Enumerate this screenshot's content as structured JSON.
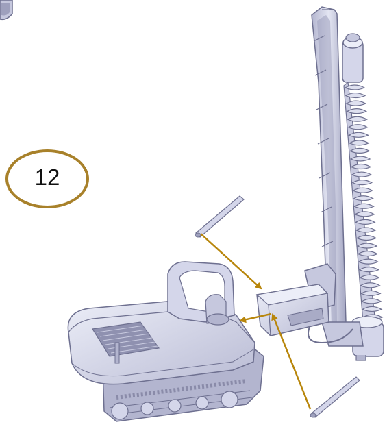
{
  "step": {
    "number": "12"
  },
  "colors": {
    "arrow": "#b8860b",
    "badge_ring": "#a8812a",
    "model_fill": "#d4d6ea",
    "model_shade": "#a9abc6",
    "model_dark": "#6e7090",
    "model_light": "#eceef8"
  },
  "parts": [
    {
      "name": "excavator-base"
    },
    {
      "name": "pile-driving-mast"
    },
    {
      "name": "auger-screw"
    },
    {
      "name": "mounting-bracket"
    },
    {
      "name": "pin-upper"
    },
    {
      "name": "pin-lower"
    }
  ]
}
